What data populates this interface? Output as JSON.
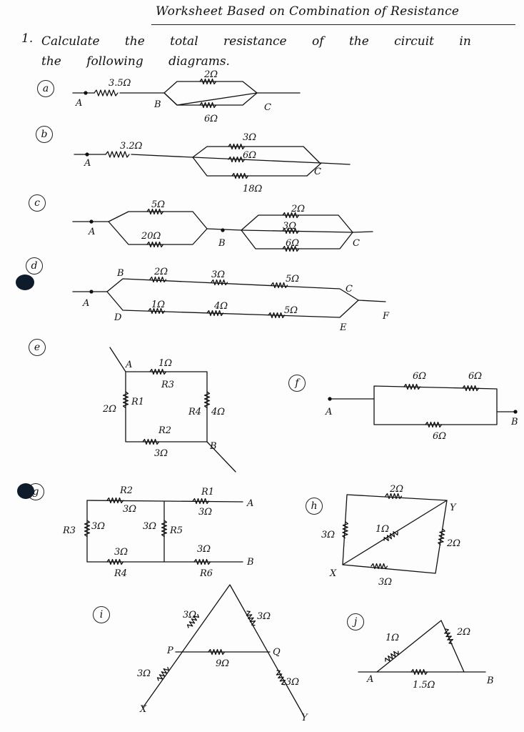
{
  "title": "Worksheet Based on Combination of Resistance",
  "question": {
    "number": "1.",
    "text": "Calculate the total resistance of the circuit in the following diagrams."
  },
  "parts": [
    {
      "id": "a",
      "label": "a",
      "resistors": [
        "3.5Ω",
        "2Ω",
        "6Ω"
      ],
      "nodes": [
        "A",
        "B",
        "C"
      ]
    },
    {
      "id": "b",
      "label": "b",
      "resistors": [
        "3.2Ω",
        "3Ω",
        "6Ω",
        "18Ω"
      ],
      "nodes": [
        "A",
        "C"
      ]
    },
    {
      "id": "c",
      "label": "c",
      "resistors": [
        "5Ω",
        "20Ω",
        "2Ω",
        "3Ω",
        "6Ω"
      ],
      "nodes": [
        "A",
        "B",
        "C"
      ]
    },
    {
      "id": "d",
      "label": "d",
      "resistors": [
        "2Ω",
        "3Ω",
        "5Ω",
        "1Ω",
        "4Ω",
        "5Ω"
      ],
      "nodes": [
        "A",
        "B",
        "C",
        "D",
        "E",
        "F"
      ]
    },
    {
      "id": "e",
      "label": "e",
      "resistors": [
        "1Ω",
        "2Ω",
        "4Ω",
        "3Ω"
      ],
      "names": [
        "R3",
        "R1",
        "R4",
        "R2"
      ],
      "nodes": [
        "A",
        "B"
      ]
    },
    {
      "id": "f",
      "label": "f",
      "resistors": [
        "6Ω",
        "6Ω",
        "6Ω"
      ],
      "nodes": [
        "A",
        "B"
      ]
    },
    {
      "id": "g",
      "label": "g",
      "resistors": [
        "3Ω",
        "3Ω",
        "3Ω",
        "3Ω",
        "3Ω",
        "3Ω"
      ],
      "names": [
        "R2",
        "R1",
        "R3",
        "R5",
        "R4",
        "R6"
      ],
      "nodes": [
        "A",
        "B"
      ]
    },
    {
      "id": "h",
      "label": "h",
      "resistors": [
        "2Ω",
        "3Ω",
        "1Ω",
        "2Ω",
        "3Ω"
      ],
      "nodes": [
        "X",
        "Y"
      ]
    },
    {
      "id": "i",
      "label": "i",
      "resistors": [
        "3Ω",
        "3Ω",
        "9Ω",
        "3Ω",
        "3Ω"
      ],
      "nodes": [
        "P",
        "Q",
        "X",
        "Y"
      ]
    },
    {
      "id": "j",
      "label": "j",
      "resistors": [
        "1Ω",
        "2Ω",
        "1.5Ω"
      ],
      "nodes": [
        "A",
        "B"
      ]
    }
  ],
  "ink_color": "#111111",
  "blot_color": "#0d1b2a"
}
